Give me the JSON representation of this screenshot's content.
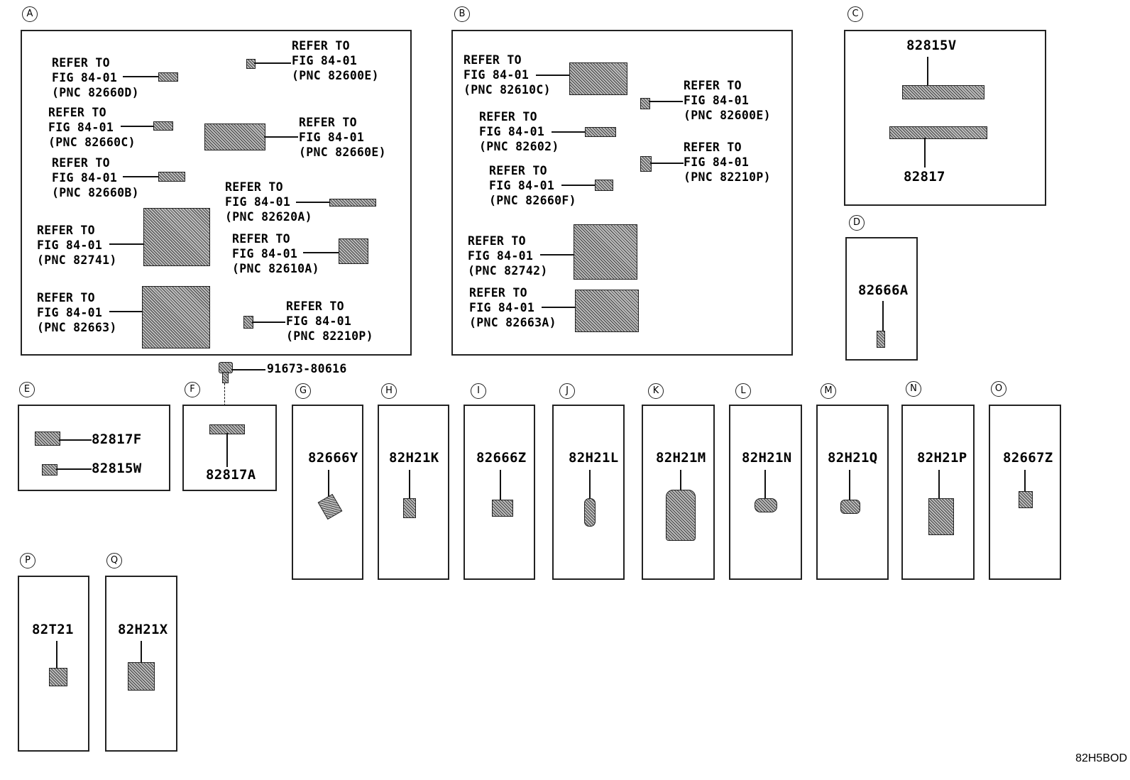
{
  "diagram_code": "82H5BOD",
  "bolt_part": "91673-80616",
  "sections": {
    "A": {
      "letter": "A",
      "refs": [
        {
          "l1": "REFER TO",
          "l2": "FIG 84-01",
          "l3": "(PNC 82600E)"
        },
        {
          "l1": "REFER TO",
          "l2": "FIG 84-01",
          "l3": "(PNC 82660D)"
        },
        {
          "l1": "REFER TO",
          "l2": "FIG 84-01",
          "l3": "(PNC 82660C)"
        },
        {
          "l1": "REFER TO",
          "l2": "FIG 84-01",
          "l3": "(PNC 82660E)"
        },
        {
          "l1": "REFER TO",
          "l2": "FIG 84-01",
          "l3": "(PNC 82660B)"
        },
        {
          "l1": "REFER TO",
          "l2": "FIG 84-01",
          "l3": "(PNC 82620A)"
        },
        {
          "l1": "REFER TO",
          "l2": "FIG 84-01",
          "l3": "(PNC 82741)"
        },
        {
          "l1": "REFER TO",
          "l2": "FIG 84-01",
          "l3": "(PNC 82610A)"
        },
        {
          "l1": "REFER TO",
          "l2": "FIG 84-01",
          "l3": "(PNC 82663)"
        },
        {
          "l1": "REFER TO",
          "l2": "FIG 84-01",
          "l3": "(PNC 82210P)"
        }
      ]
    },
    "B": {
      "letter": "B",
      "refs": [
        {
          "l1": "REFER TO",
          "l2": "FIG 84-01",
          "l3": "(PNC 82610C)"
        },
        {
          "l1": "REFER TO",
          "l2": "FIG 84-01",
          "l3": "(PNC 82600E)"
        },
        {
          "l1": "REFER TO",
          "l2": "FIG 84-01",
          "l3": "(PNC 82602)"
        },
        {
          "l1": "REFER TO",
          "l2": "FIG 84-01",
          "l3": "(PNC 82210P)"
        },
        {
          "l1": "REFER TO",
          "l2": "FIG 84-01",
          "l3": "(PNC 82660F)"
        },
        {
          "l1": "REFER TO",
          "l2": "FIG 84-01",
          "l3": "(PNC 82742)"
        },
        {
          "l1": "REFER TO",
          "l2": "FIG 84-01",
          "l3": "(PNC 82663A)"
        }
      ]
    },
    "C": {
      "letter": "C",
      "parts": [
        "82815V",
        "82817"
      ]
    },
    "D": {
      "letter": "D",
      "parts": [
        "82666A"
      ]
    },
    "E": {
      "letter": "E",
      "parts": [
        "82817F",
        "82815W"
      ]
    },
    "F": {
      "letter": "F",
      "parts": [
        "82817A"
      ]
    },
    "G": {
      "letter": "G",
      "parts": [
        "82666Y"
      ]
    },
    "H": {
      "letter": "H",
      "parts": [
        "82H21K"
      ]
    },
    "I": {
      "letter": "I",
      "parts": [
        "82666Z"
      ]
    },
    "J": {
      "letter": "J",
      "parts": [
        "82H21L"
      ]
    },
    "K": {
      "letter": "K",
      "parts": [
        "82H21M"
      ]
    },
    "L": {
      "letter": "L",
      "parts": [
        "82H21N"
      ]
    },
    "M": {
      "letter": "M",
      "parts": [
        "82H21Q"
      ]
    },
    "N": {
      "letter": "N",
      "parts": [
        "82H21P"
      ]
    },
    "O": {
      "letter": "O",
      "parts": [
        "82667Z"
      ]
    },
    "P": {
      "letter": "P",
      "parts": [
        "82T21"
      ]
    },
    "Q": {
      "letter": "Q",
      "parts": [
        "82H21X"
      ]
    }
  }
}
